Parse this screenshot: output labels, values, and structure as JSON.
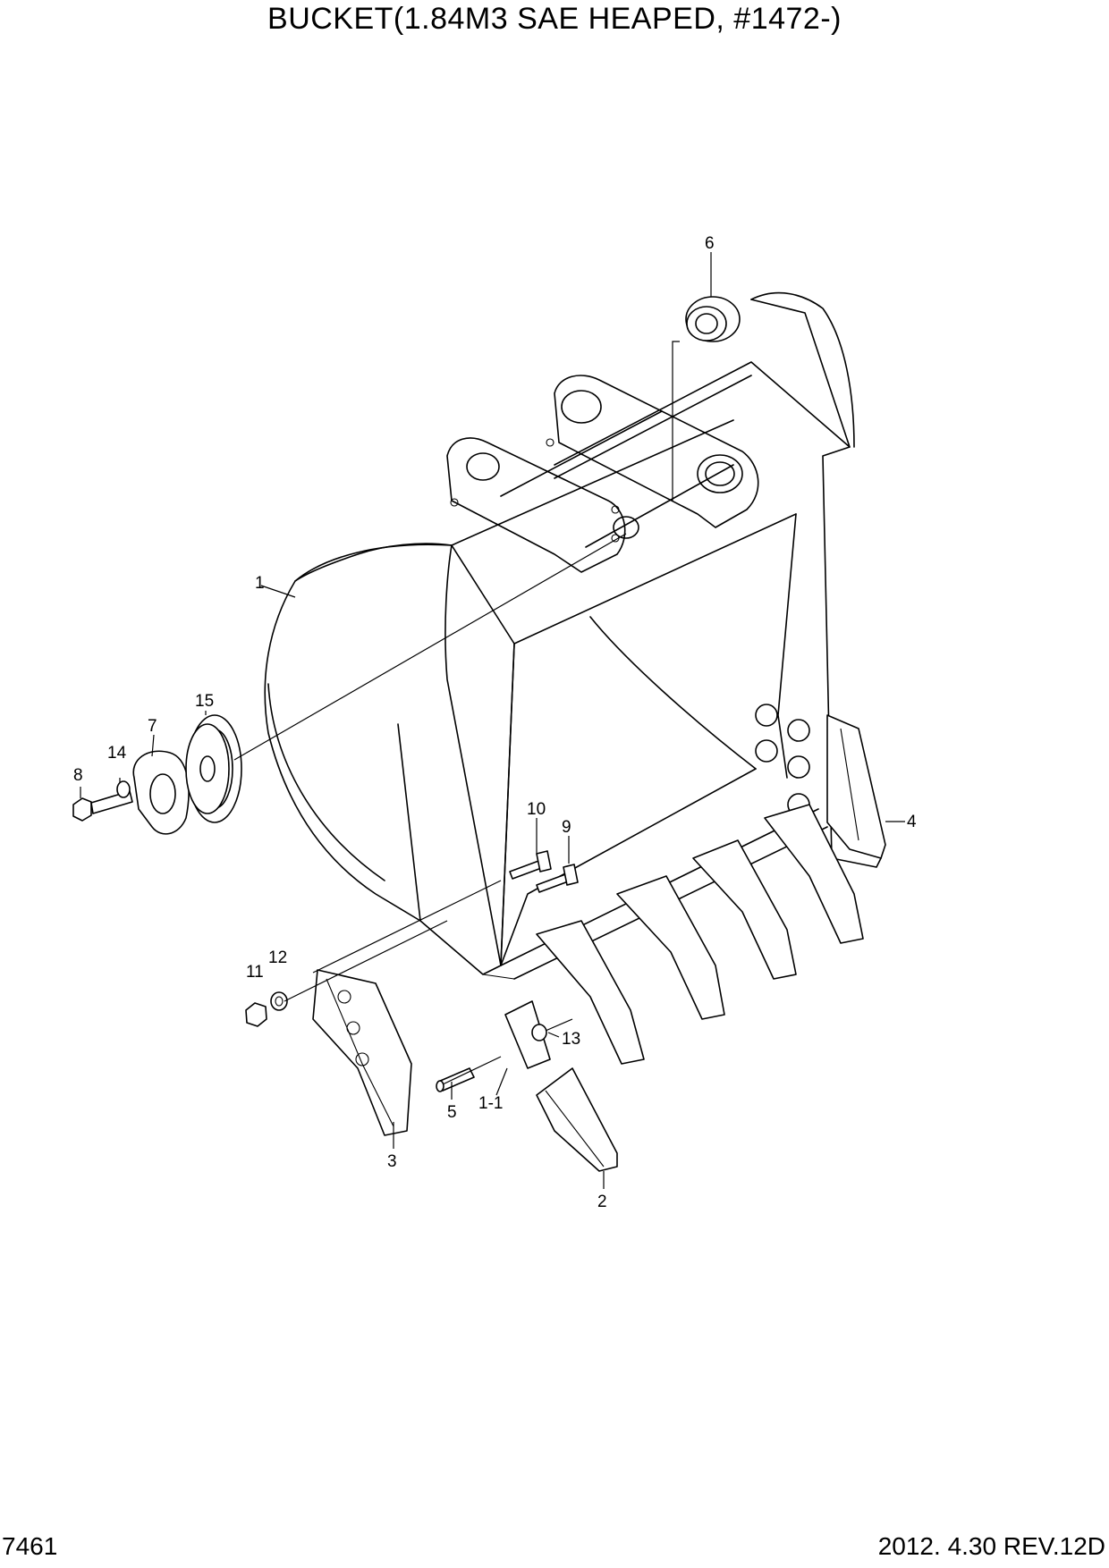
{
  "title": "BUCKET(1.84M3 SAE HEAPED, #1472-)",
  "page_number": "7461",
  "revision": "2012. 4.30  REV.12D",
  "callouts": {
    "c1": "1",
    "c1_1": "1-1",
    "c2": "2",
    "c3": "3",
    "c4": "4",
    "c5": "5",
    "c6": "6",
    "c7": "7",
    "c8": "8",
    "c9": "9",
    "c10": "10",
    "c11": "11",
    "c12": "12",
    "c13": "13",
    "c14": "14",
    "c15": "15"
  }
}
